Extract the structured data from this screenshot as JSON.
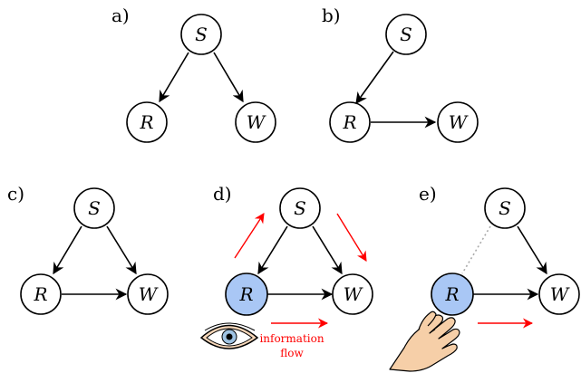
{
  "colors": {
    "edge": "#000000",
    "node_fill": "#ffffff",
    "observed_fill": "#a9c7f5",
    "flow_arrow": "#ff0000",
    "dotted_link": "#aaaaaa",
    "skin": "#f6cfa8"
  },
  "panels": [
    {
      "id": "a",
      "label": "a)",
      "nodes": {
        "S": "S",
        "R": "R",
        "W": "W"
      }
    },
    {
      "id": "b",
      "label": "b)",
      "nodes": {
        "S": "S",
        "R": "R",
        "W": "W"
      }
    },
    {
      "id": "c",
      "label": "c)",
      "nodes": {
        "S": "S",
        "R": "R",
        "W": "W"
      }
    },
    {
      "id": "d",
      "label": "d)",
      "nodes": {
        "S": "S",
        "R": "R",
        "W": "W"
      },
      "flow_text_line1": "information",
      "flow_text_line2": "flow",
      "observed_node": "R",
      "icon": "eye-icon"
    },
    {
      "id": "e",
      "label": "e)",
      "nodes": {
        "S": "S",
        "R": "R",
        "W": "W"
      },
      "intervened_node": "R",
      "icon": "hand-icon"
    }
  ]
}
